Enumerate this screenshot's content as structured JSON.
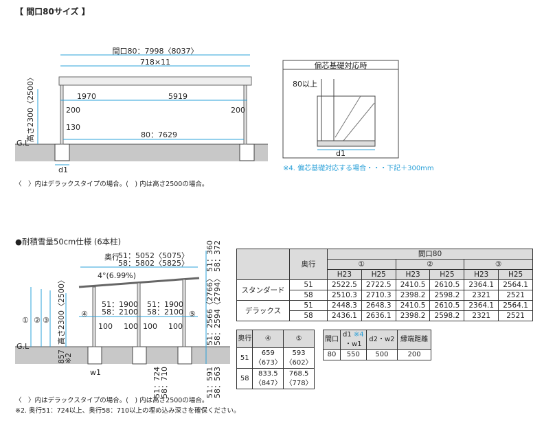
{
  "title": "【 間口80サイズ 】",
  "front": {
    "width_label": "間口80：7998〈8037〉",
    "panel_label": "718×11",
    "d_left": "1970",
    "d_right": "5919",
    "inset_l": "200",
    "inset_r": "200",
    "post_w": "130",
    "span": "80：7629",
    "height": "高さ2300〈2500〉",
    "gl": "G.L",
    "d1": "d1"
  },
  "detail": {
    "title": "偏芯基礎対応時",
    "min": "80以上",
    "d1": "d1",
    "note": "※4. 偏芯基礎対応する場合・・・下記＋300mm"
  },
  "note1": "〈　〉内はデラックスタイプの場合。(　) 内は高さ2500の場合。",
  "section_title": "●耐積雪量50cm仕様 (6本柱)",
  "side": {
    "depth_label": "奥行",
    "depth_51": "51：5052〈5075〉",
    "depth_58": "58：5802〈5825〉",
    "slope": "4°(6.99%)",
    "top_51": "51：360",
    "top_58": "58：372",
    "sp1_51": "51：1900",
    "sp1_58": "58：2100",
    "sp2_51": "51：1900",
    "sp2_58": "58：2100",
    "m4": "④",
    "m5": "⑤",
    "c1": "①",
    "c2": "②",
    "c3": "③",
    "o1": "100",
    "o2": "100",
    "o3": "100",
    "o4": "100",
    "height": "高さ2300〈2500〉",
    "h_51": "51：2566〈2766〉",
    "h_58": "58：2594〈2794〉",
    "embed": "857",
    "embed_note": "※2",
    "gl": "G.L",
    "w1": "w1",
    "e_51": "51：724",
    "e_58": "58：710",
    "f_51": "51：591",
    "f_58": "58：563"
  },
  "table1": {
    "depth": "奥行",
    "span": "間口80",
    "groups": [
      "①",
      "②",
      "③"
    ],
    "heights": [
      "H23",
      "H25",
      "H23",
      "H25",
      "H23",
      "H25"
    ],
    "rows": [
      {
        "type": "スタンダード",
        "depth": "51",
        "v": [
          "2522.5",
          "2722.5",
          "2410.5",
          "2610.5",
          "2364.1",
          "2564.1"
        ]
      },
      {
        "type": "",
        "depth": "58",
        "v": [
          "2510.3",
          "2710.3",
          "2398.2",
          "2598.2",
          "2321",
          "2521"
        ]
      },
      {
        "type": "デラックス",
        "depth": "51",
        "v": [
          "2448.3",
          "2648.3",
          "2410.5",
          "2610.5",
          "2364.1",
          "2564.1"
        ]
      },
      {
        "type": "",
        "depth": "58",
        "v": [
          "2436.1",
          "2636.1",
          "2398.2",
          "2598.2",
          "2321",
          "2521"
        ]
      }
    ]
  },
  "table2": {
    "h": [
      "奥行",
      "④",
      "⑤"
    ],
    "rows": [
      [
        "51",
        "659",
        "〈673〉",
        "593",
        "〈602〉"
      ],
      [
        "58",
        "833.5",
        "〈847〉",
        "768.5",
        "〈778〉"
      ]
    ]
  },
  "table3": {
    "h": [
      "間口",
      "d1",
      "※4",
      "・w1",
      "d2・w2",
      "縁端距離"
    ],
    "row": [
      "80",
      "550",
      "500",
      "200"
    ]
  },
  "note2": "〈　〉内はデラックスタイプの場合。(　) 内は高さ2500の場合。",
  "note3": "※2. 奥行51：724以上、奥行58：710以上の埋め込み深さを確保ください。"
}
